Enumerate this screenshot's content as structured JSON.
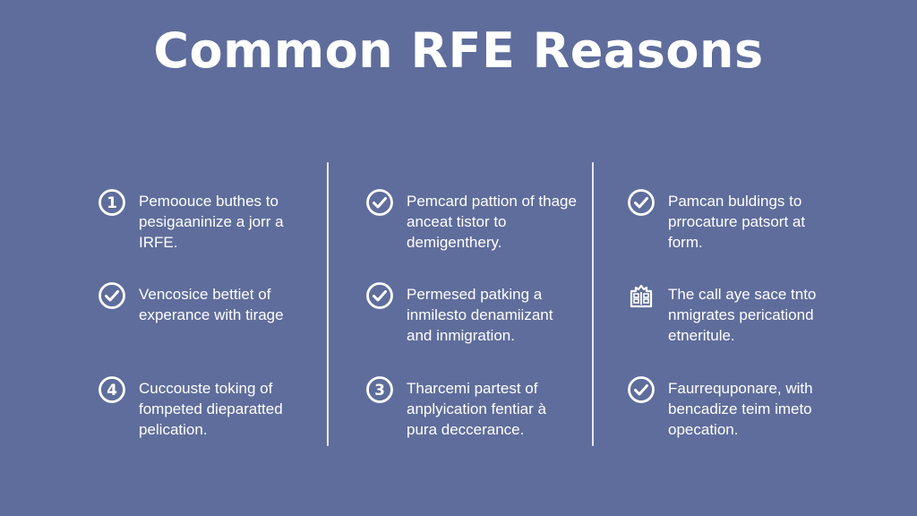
{
  "title": "Common RFE Reasons",
  "colors": {
    "background": "#5f6d9c",
    "text": "#ffffff",
    "divider": "#e6e9f5"
  },
  "columns": [
    {
      "items": [
        {
          "icon": "number-1-circle-icon",
          "badge": "1",
          "text": "Pemoouce buthes to pesigaaninize a jorr a IRFE."
        },
        {
          "icon": "check-circle-icon",
          "badge": "",
          "text": "Vencosice bettiet of experance with tirage"
        },
        {
          "icon": "number-4-circle-icon",
          "badge": "4",
          "text": "Cuccouste toking of fompeted dieparatted pelication."
        }
      ]
    },
    {
      "items": [
        {
          "icon": "check-circle-icon",
          "badge": "",
          "text": "Pemcard pattion of thage anceat tistor to demigenthery."
        },
        {
          "icon": "check-circle-icon",
          "badge": "",
          "text": "Permesed patking a inmilesto denamiizant and inmigration."
        },
        {
          "icon": "number-3-circle-icon",
          "badge": "3",
          "text": "Tharcemi partest of anplyication fentiar à pura deccerance."
        }
      ]
    },
    {
      "items": [
        {
          "icon": "check-circle-icon",
          "badge": "",
          "text": "Pamcan buldings to prrocature patsort at form."
        },
        {
          "icon": "building-document-icon",
          "badge": "",
          "text": "The call aye sace tnto nmigrates pericationd etneritule."
        },
        {
          "icon": "check-circle-icon",
          "badge": "",
          "text": "Faurrequponare, with bencadize teim imeto opecation."
        }
      ]
    }
  ]
}
